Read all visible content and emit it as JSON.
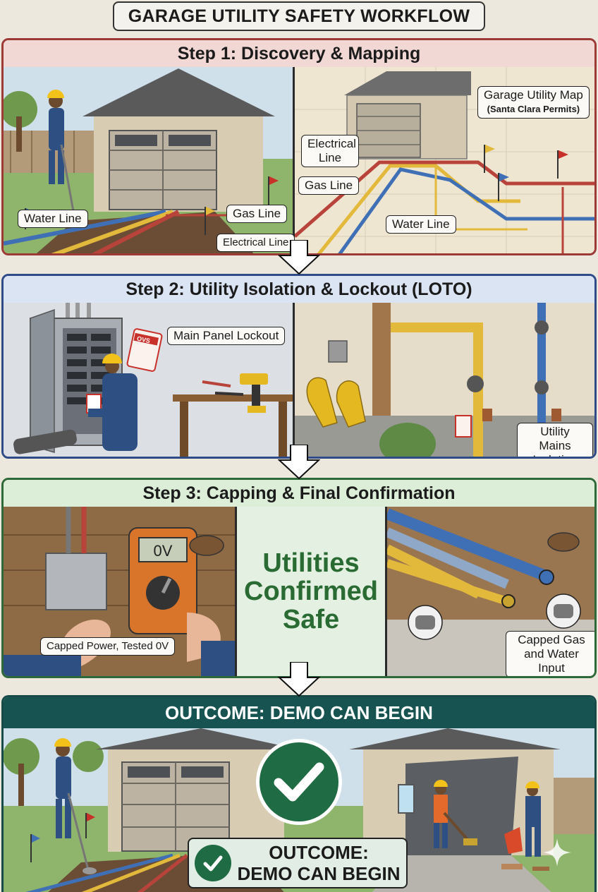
{
  "title": "GARAGE UTILITY SAFETY WORKFLOW",
  "step1": {
    "heading": "Step 1: Discovery & Mapping",
    "left_labels": {
      "water": "Water Line",
      "gas": "Gas Line",
      "electrical": "Electrical Line"
    },
    "map_title": "Garage Utility Map",
    "map_subtitle": "(Santa Clara Permits)",
    "right_labels": {
      "electrical": "Electrical Line",
      "gas": "Gas Line",
      "water": "Water Line"
    }
  },
  "step2": {
    "heading": "Step 2: Utility Isolation & Lockout (LOTO)",
    "panel_label": "Main Panel Lockout",
    "mains_label": "Utility Mains Isolation",
    "tag_text": "OVS"
  },
  "step3": {
    "heading": "Step 3: Capping & Final Confirmation",
    "meter_reading": "0V",
    "power_label": "Capped Power, Tested 0V",
    "center_lines": [
      "Utilities",
      "Confirmed",
      "Safe"
    ],
    "capped_label": "Capped Gas and Water Input"
  },
  "outcome": {
    "heading": "OUTCOME: DEMO CAN BEGIN",
    "box_lines": [
      "OUTCOME:",
      "DEMO CAN BEGIN"
    ]
  },
  "colors": {
    "step1_border": "#9d3a36",
    "step2_border": "#2f4c88",
    "step3_border": "#2e6a39",
    "outcome_band": "#175451",
    "check_green": "#1f6b43",
    "gas_yellow": "#e2b93b",
    "water_blue": "#3f6fb5",
    "electric_red": "#b8433a"
  }
}
